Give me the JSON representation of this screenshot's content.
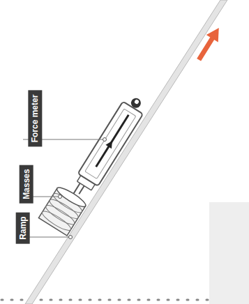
{
  "diagram": {
    "nodes": [
      {
        "text": [
          "Force meter"
        ]
      },
      {
        "text": [
          "Masses"
        ]
      },
      {
        "text": [
          "Ramp"
        ]
      }
    ]
  }
}
